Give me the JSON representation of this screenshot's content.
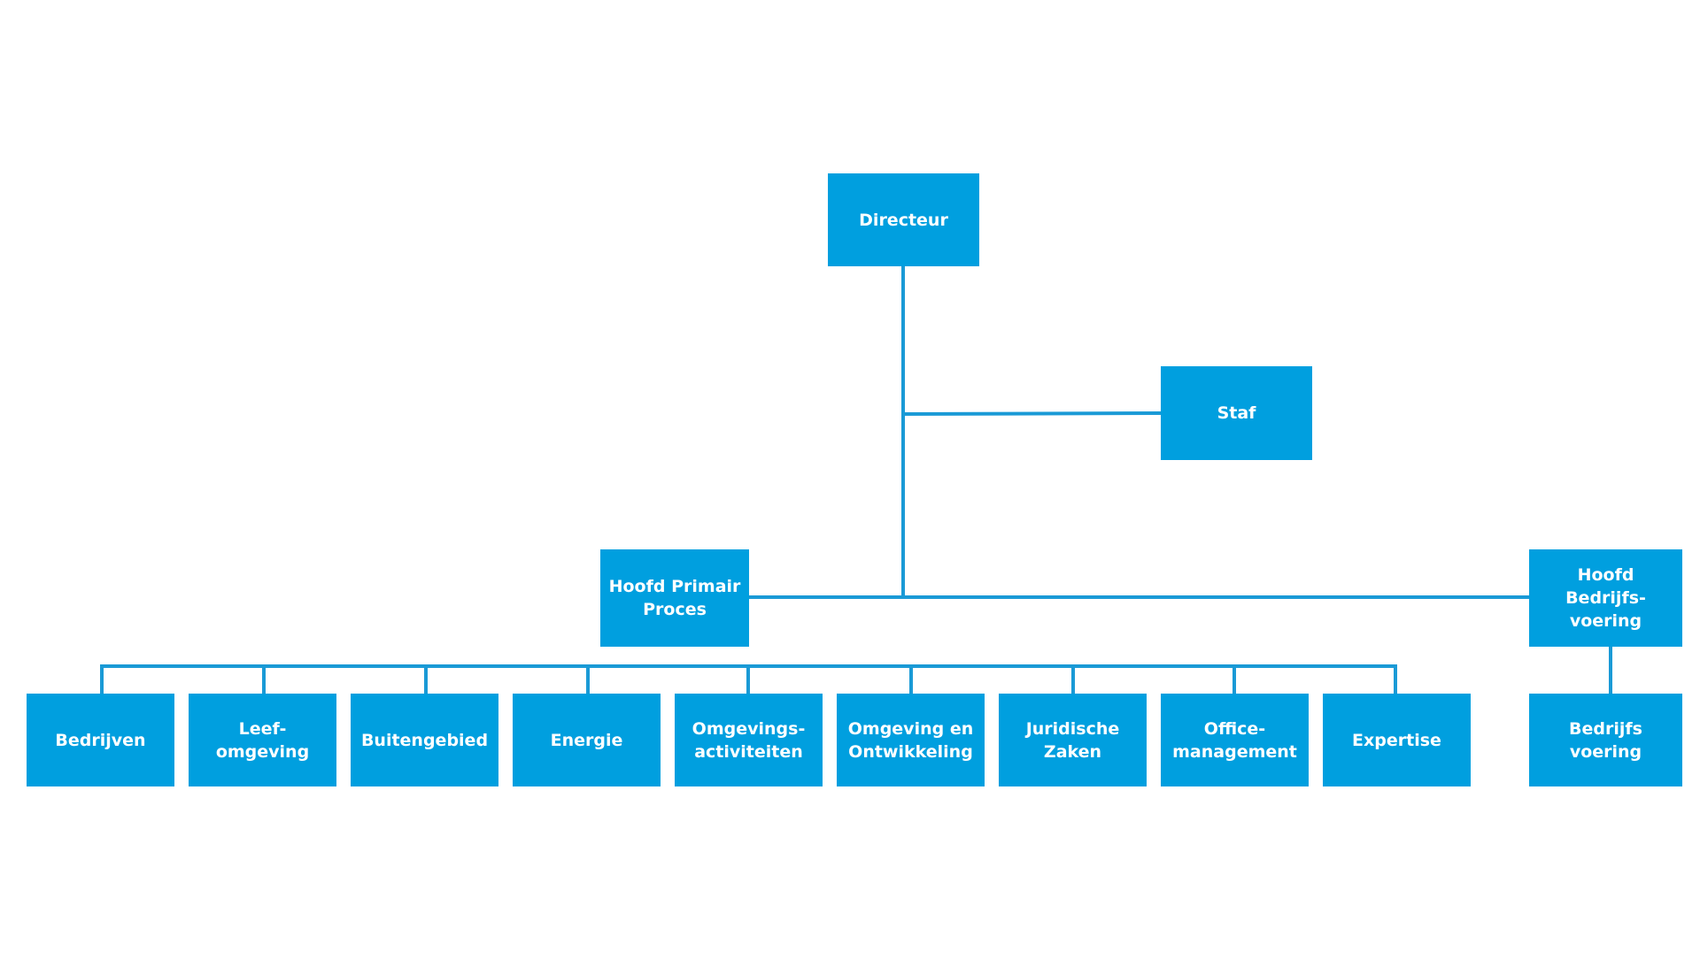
{
  "org_chart": {
    "directeur": {
      "label": "Directeur"
    },
    "staf": {
      "label": "Staf"
    },
    "hoofd_primair_proces": {
      "label": "Hoofd Primair\nProces"
    },
    "hoofd_bedrijfsvoering": {
      "label": "Hoofd Bedrijfs-\nvoering"
    },
    "departments": [
      {
        "label": "Bedrijven"
      },
      {
        "label": "Leef-\nomgeving"
      },
      {
        "label": "Buitengebied"
      },
      {
        "label": "Energie"
      },
      {
        "label": "Omgevings-\nactiviteiten"
      },
      {
        "label": "Omgeving en\nOntwikkeling"
      },
      {
        "label": "Juridische Zaken"
      },
      {
        "label": "Office-\nmanagement"
      },
      {
        "label": "Expertise"
      }
    ],
    "bedrijfsvoering_unit": {
      "label": "Bedrijfs\nvoering"
    }
  },
  "colors": {
    "box_fill": "#009fdf",
    "connector": "#1a9ad6",
    "text": "#ffffff",
    "background": "#ffffff"
  }
}
